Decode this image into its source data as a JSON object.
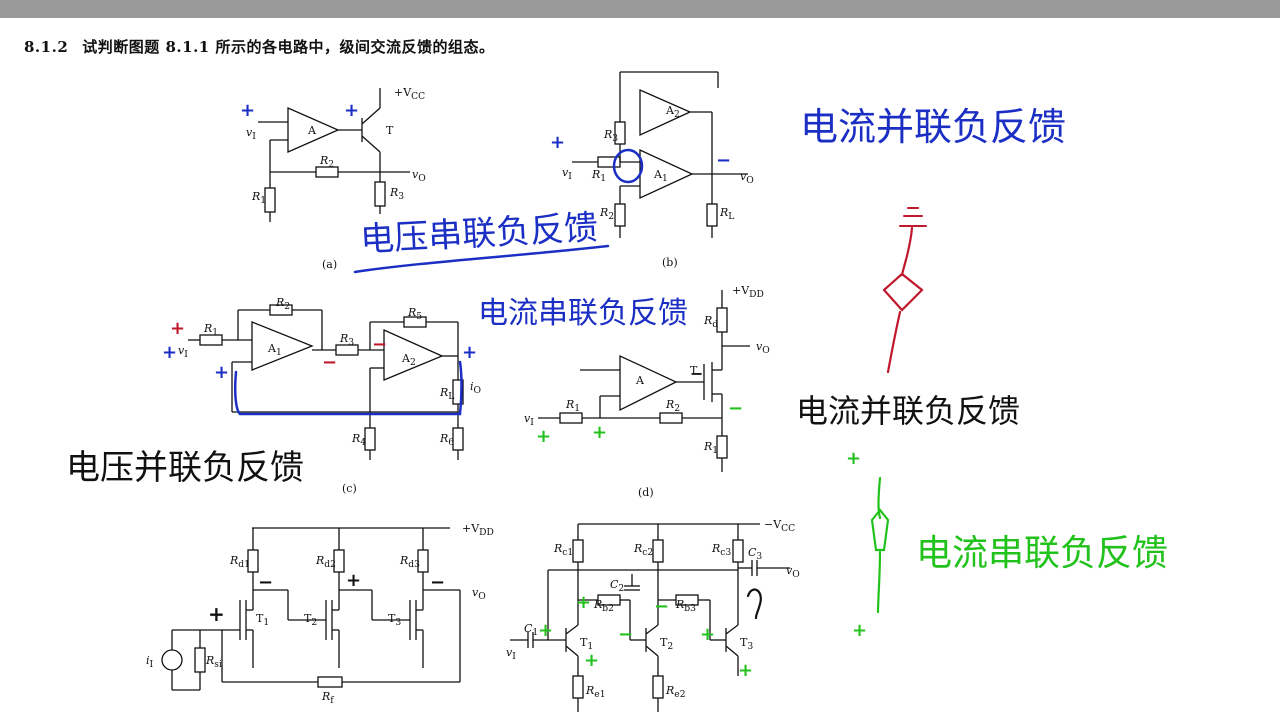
{
  "problem": {
    "number": "8.1.2",
    "text": "试判断图题 8.1.1 所示的各电路中，级间交流反馈的组态。"
  },
  "captions": {
    "a": "(a)",
    "b": "(b)",
    "c": "(c)",
    "d": "(d)"
  },
  "labels": {
    "vcc": "+V",
    "vcc_sub": "CC",
    "vdd": "+V",
    "vdd_sub": "DD",
    "neg_vcc": "−V",
    "neg_vcc_sub": "CC",
    "vi": "v",
    "vi_sub": "I",
    "vo": "v",
    "vo_sub": "O",
    "amp_a": "A",
    "amp_a1": "A",
    "amp_a1_sub": "1",
    "amp_a2": "A",
    "amp_a2_sub": "2",
    "t": "T",
    "t1": "T",
    "t1_sub": "1",
    "t2": "T",
    "t2_sub": "2",
    "t3": "T",
    "t3_sub": "3",
    "r1": "R",
    "r1_sub": "1",
    "r2": "R",
    "r2_sub": "2",
    "r3": "R",
    "r3_sub": "3",
    "r4": "R",
    "r4_sub": "4",
    "r5": "R",
    "r5_sub": "5",
    "r6": "R",
    "r6_sub": "6",
    "rl": "R",
    "rl_sub": "L",
    "rd": "R",
    "rd_sub": "d",
    "rf": "R",
    "rf_sub": "f",
    "rd1": "R",
    "rd1_sub": "d1",
    "rd2": "R",
    "rd2_sub": "d2",
    "rd3": "R",
    "rd3_sub": "d3",
    "rsi": "R",
    "rsi_sub": "si",
    "ii": "i",
    "ii_sub": "I",
    "io": "i",
    "io_sub": "O",
    "rc1": "R",
    "rc1_sub": "c1",
    "rc2": "R",
    "rc2_sub": "c2",
    "rc3": "R",
    "rc3_sub": "c3",
    "rb2": "R",
    "rb2_sub": "b2",
    "rb3": "R",
    "rb3_sub": "b3",
    "re1": "R",
    "re1_sub": "e1",
    "re2": "R",
    "re2_sub": "e2",
    "c1": "C",
    "c1_sub": "1",
    "c2": "C",
    "c2_sub": "2",
    "c3": "C",
    "c3_sub": "3",
    "plus": "+",
    "minus": "−"
  },
  "annotations": {
    "a": "电压串联负反馈",
    "b": "电流并联负反馈",
    "c_top": "电流串联负反馈",
    "c": "电压并联负反馈",
    "d": "电流并联负反馈",
    "e": "电流串联负反馈"
  },
  "colors": {
    "blue_ink": "#1b2fc4",
    "red_ink": "#c0182c",
    "green_ink": "#22c21c",
    "black_ink": "#111111"
  }
}
